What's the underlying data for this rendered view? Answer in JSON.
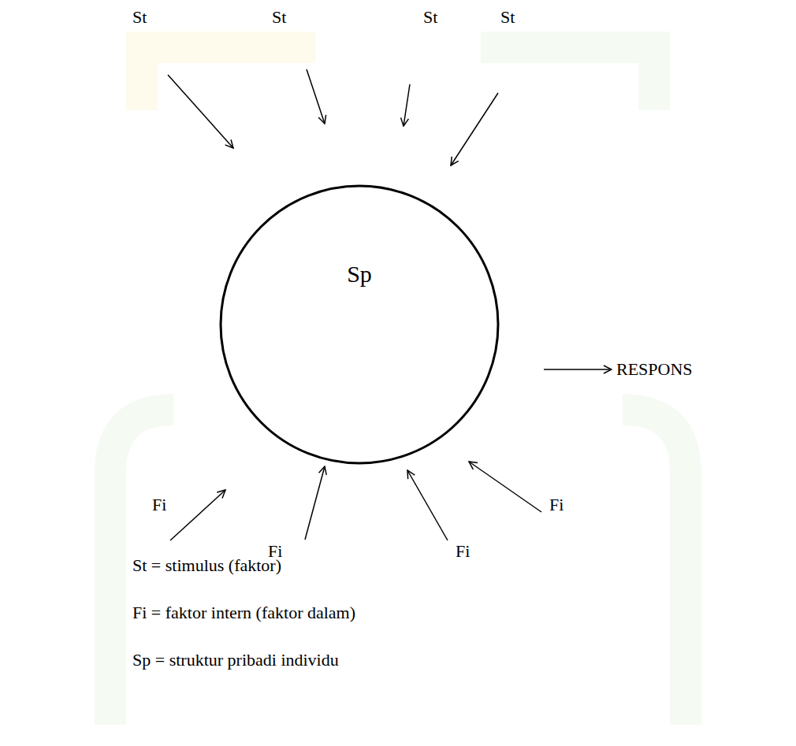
{
  "diagram": {
    "nodes": [
      {
        "text": [
          "Sp"
        ]
      }
    ],
    "labels": [
      "St",
      "St",
      "St",
      "St",
      "RESPONS",
      "Fi",
      "Fi",
      "Fi",
      "Fi",
      "St = stimulus (faktor)",
      "Fi = faktor intern (faktor dalam)",
      "Sp = struktur pribadi individu"
    ]
  }
}
